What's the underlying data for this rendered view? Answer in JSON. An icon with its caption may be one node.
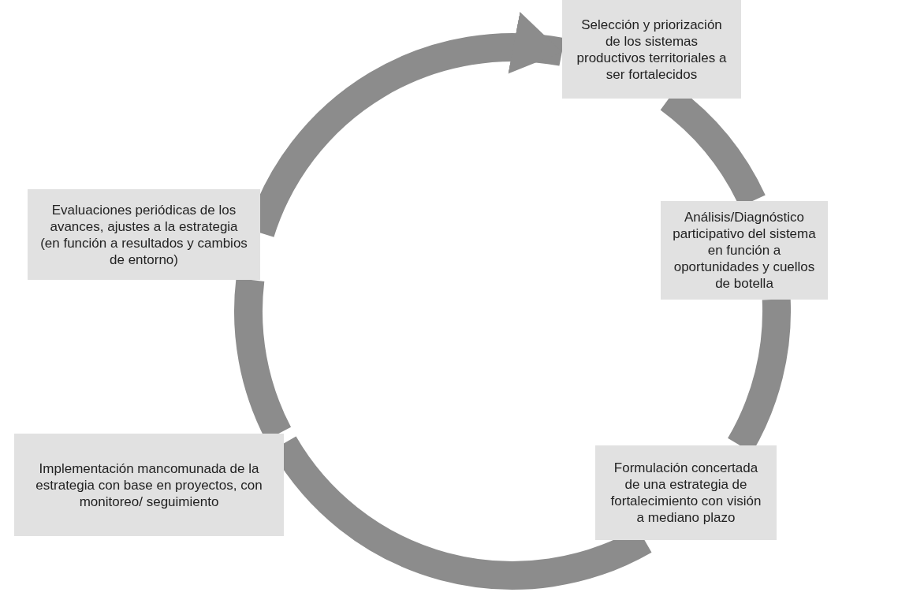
{
  "diagram": {
    "nodes": [
      {
        "text": [
          "Selección y priorización de los sistemas productivos territoriales a ser fortalecidos"
        ]
      },
      {
        "text": [
          "Análisis/Diagnóstico participativo del sistema en función a oportunidades y cuellos de botella"
        ]
      },
      {
        "text": [
          "Formulación concertada de una estrategia de fortalecimiento con visión a mediano plazo"
        ]
      },
      {
        "text": [
          "Implementación mancomunada de la estrategia con base en proyectos, con monitoreo/ seguimiento"
        ]
      },
      {
        "text": [
          "Evaluaciones periódicas de los avances, ajustes a la estrategia (en función a resultados y cambios de entorno)"
        ]
      }
    ],
    "edges": [
      {
        "from": 0,
        "to": 1,
        "arrow": "none"
      },
      {
        "from": 1,
        "to": 2,
        "arrow": "none"
      },
      {
        "from": 2,
        "to": 3,
        "arrow": "none"
      },
      {
        "from": 3,
        "to": 4,
        "arrow": "none"
      },
      {
        "from": 4,
        "to": 0,
        "arrow": "to"
      }
    ]
  }
}
